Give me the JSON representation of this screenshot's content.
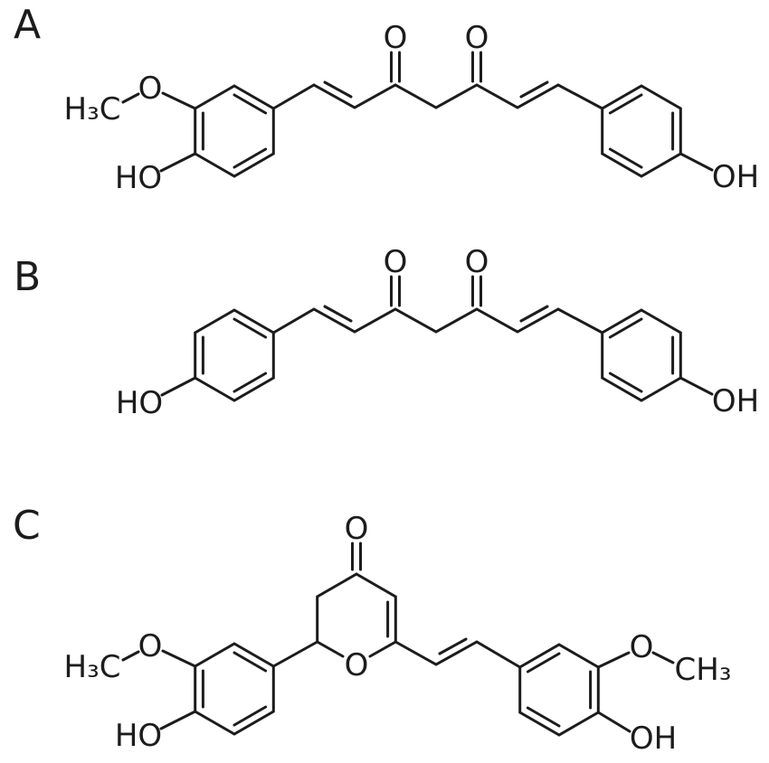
{
  "figure": {
    "background": "#ffffff",
    "line_color": "#1c1c1c"
  },
  "panels": [
    {
      "label": "A",
      "atoms": {
        "methoxy_ch3": "H₃C",
        "methoxy_o": "O",
        "phenol_ho": "HO",
        "ketone1_o": "O",
        "ketone2_o": "O",
        "phenol_oh": "OH"
      }
    },
    {
      "label": "B",
      "atoms": {
        "phenol_ho": "HO",
        "ketone1_o": "O",
        "ketone2_o": "O",
        "phenol_oh": "OH"
      }
    },
    {
      "label": "C",
      "atoms": {
        "ketone_o": "O",
        "pyran_o": "O",
        "methoxy_ch3_left": "H₃C",
        "methoxy_o_left": "O",
        "phenol_ho": "HO",
        "methoxy_o_right": "O",
        "methoxy_ch3_right": "CH₃",
        "phenol_oh": "OH"
      }
    }
  ]
}
